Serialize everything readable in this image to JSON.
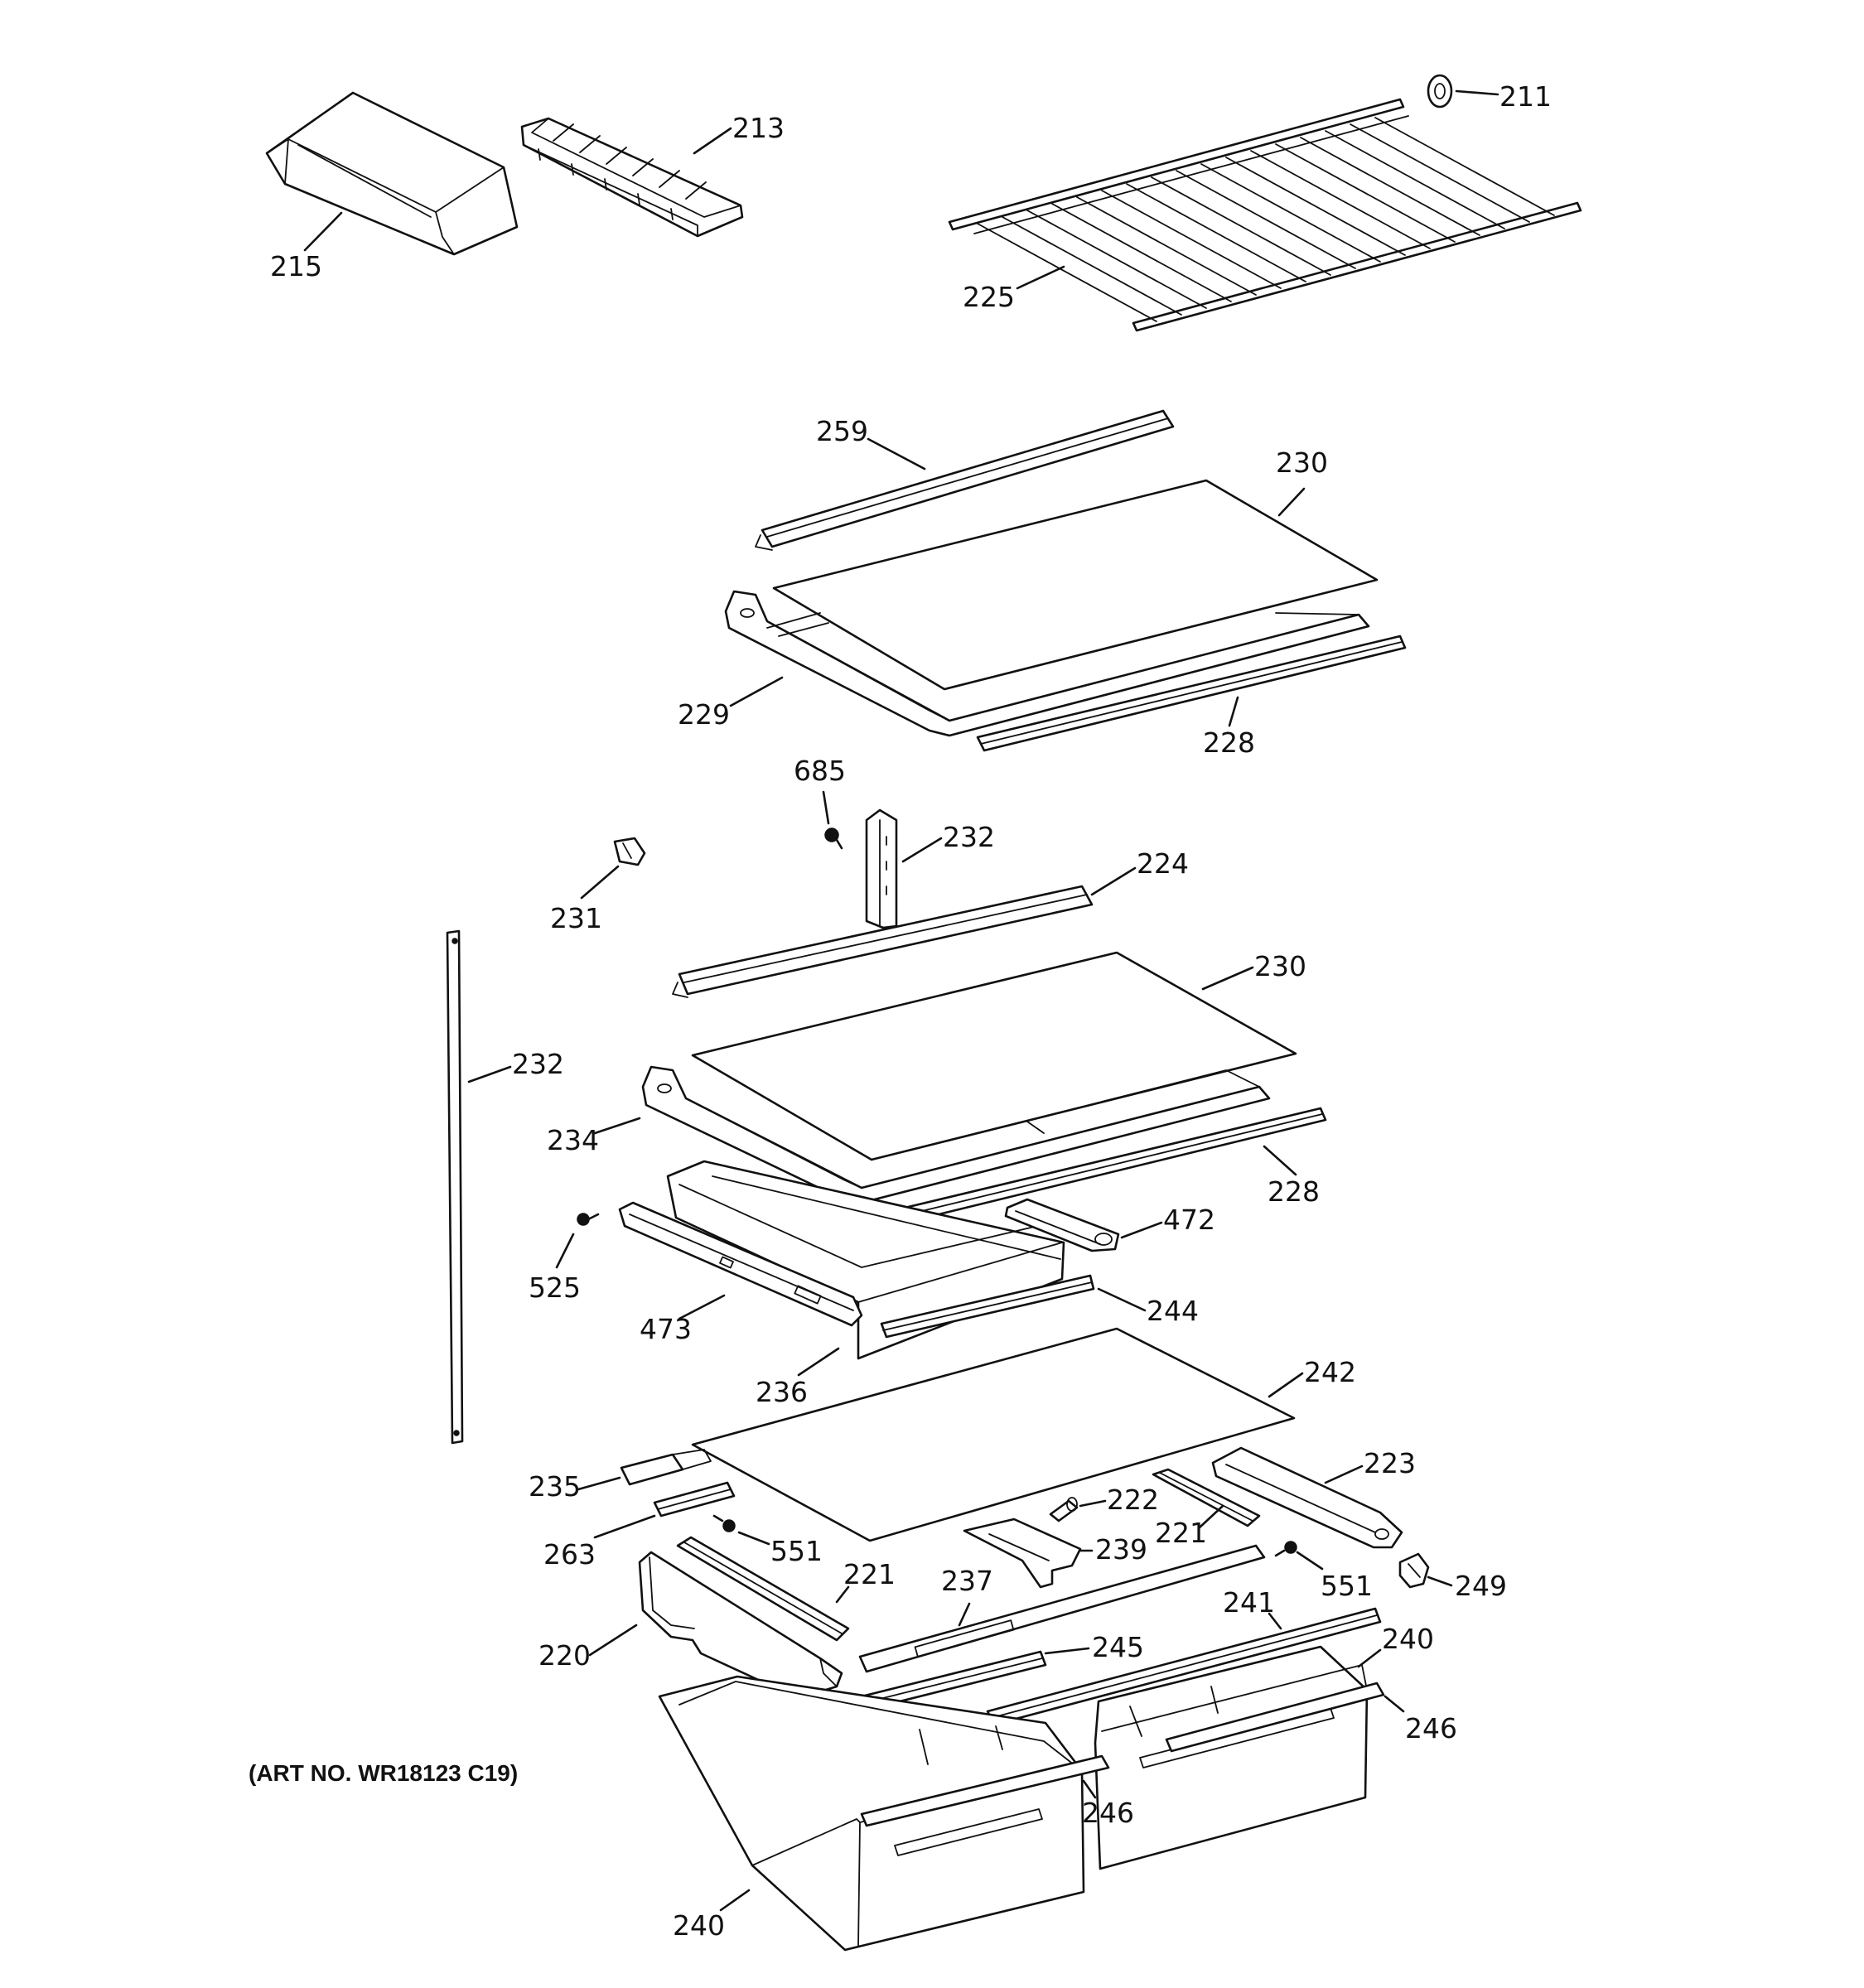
{
  "art_number": "(ART NO. WR18123 C19)",
  "callouts": {
    "c211": "211",
    "c213": "213",
    "c215": "215",
    "c225": "225",
    "c259": "259",
    "c230a": "230",
    "c229": "229",
    "c228a": "228",
    "c685": "685",
    "c232a": "232",
    "c224": "224",
    "c231": "231",
    "c230b": "230",
    "c232b": "232",
    "c234": "234",
    "c228b": "228",
    "c472": "472",
    "c525": "525",
    "c473": "473",
    "c244": "244",
    "c236": "236",
    "c242": "242",
    "c223": "223",
    "c235": "235",
    "c222": "222",
    "c221a": "221",
    "c263": "263",
    "c551a": "551",
    "c239": "239",
    "c551b": "551",
    "c249": "249",
    "c221b": "221",
    "c237": "237",
    "c241": "241",
    "c220": "220",
    "c245": "245",
    "c240a": "240",
    "c246a": "246",
    "c246b": "246",
    "c240b": "240"
  }
}
